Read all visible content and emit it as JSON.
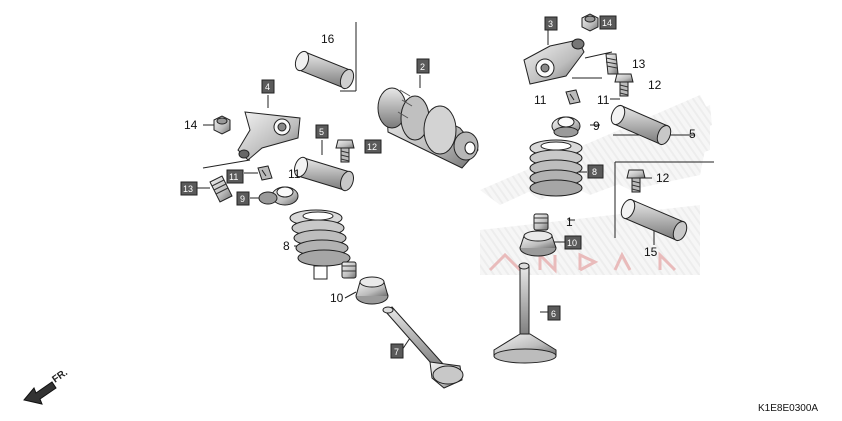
{
  "diagram": {
    "code": "K1E8E0300A",
    "direction_label": "FR.",
    "watermark_colors": {
      "red": "#d9232a",
      "fill": "#f3f3f3"
    },
    "callout_box_color": "#5a5a5a",
    "parts": {
      "p1": "1",
      "p2": "2",
      "p3": "3",
      "p4": "4",
      "p5a": "5",
      "p5b": "5",
      "p6": "6",
      "p7": "7",
      "p8a": "8",
      "p8b": "8",
      "p9a": "9",
      "p9b": "9",
      "p10a": "10",
      "p10b": "10",
      "p11a": "11",
      "p11b": "11",
      "p11c": "11",
      "p12a": "12",
      "p12b": "12",
      "p12c": "12",
      "p13a": "13",
      "p13b": "13",
      "p14a": "14",
      "p14b": "14",
      "p15": "15",
      "p16": "16"
    }
  }
}
